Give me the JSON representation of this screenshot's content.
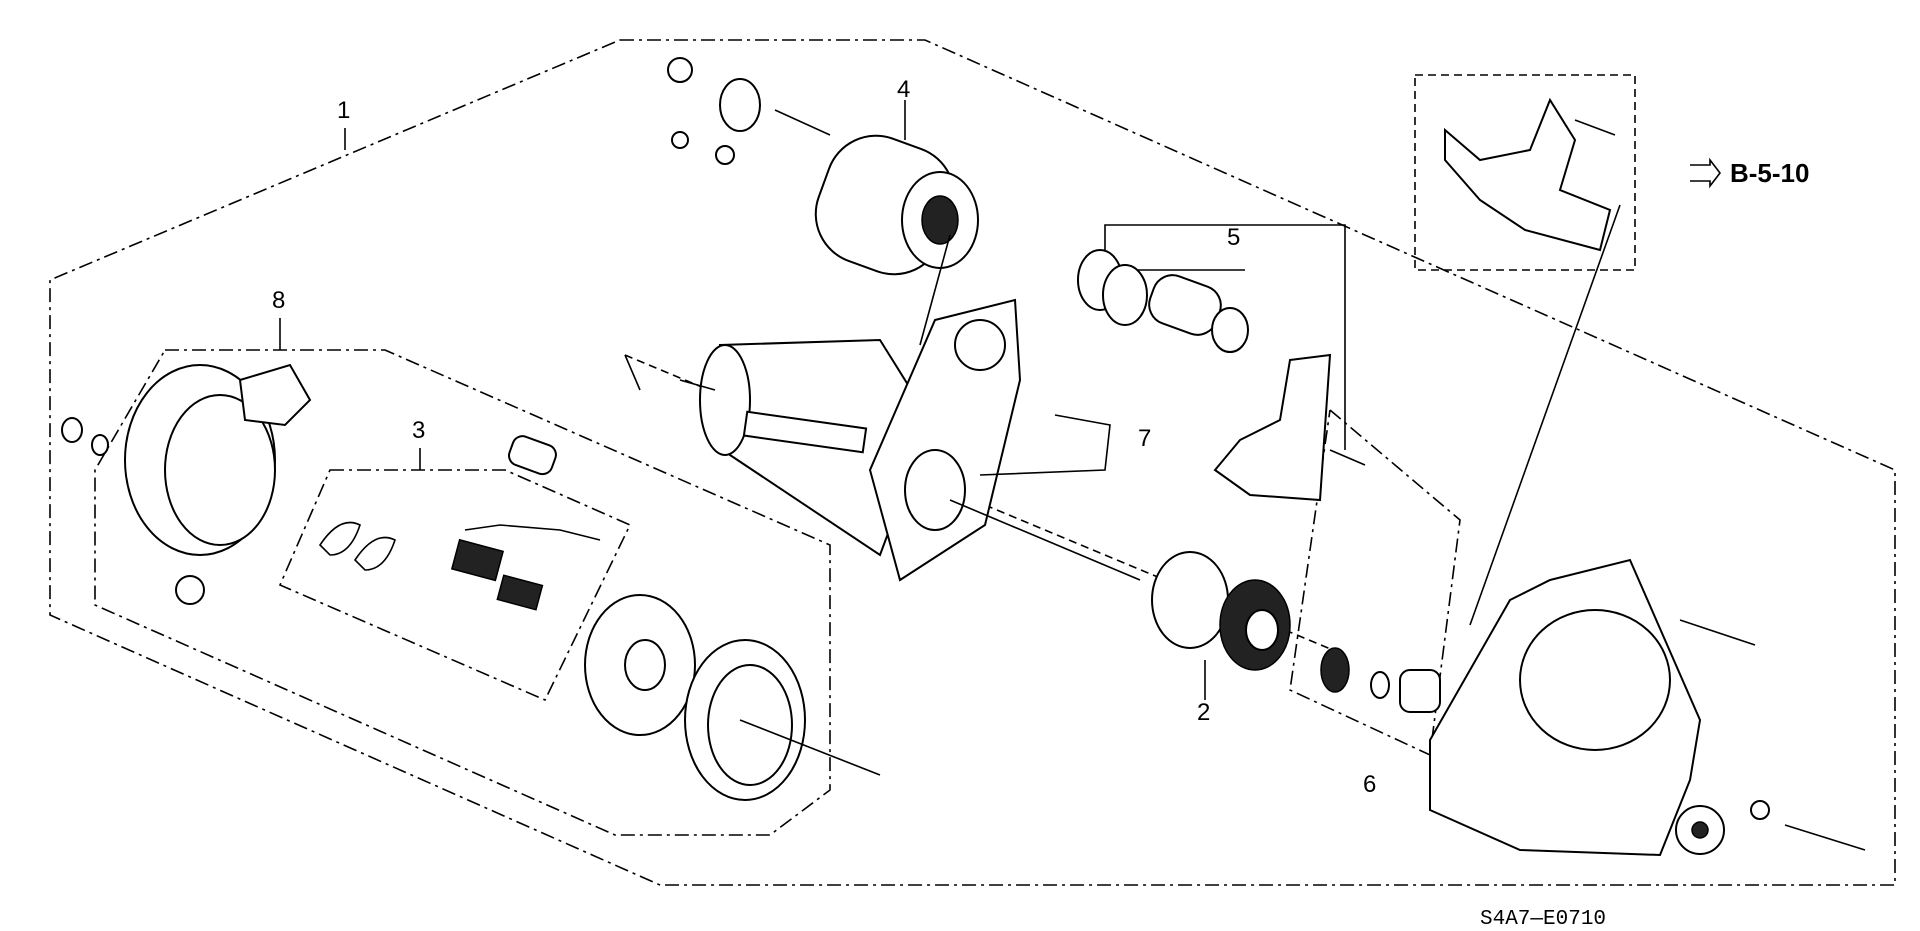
{
  "diagram": {
    "callouts": [
      "1",
      "2",
      "3",
      "4",
      "5",
      "6",
      "7",
      "8"
    ],
    "reference": "B-5-10",
    "code": "S4A7—E0710"
  }
}
